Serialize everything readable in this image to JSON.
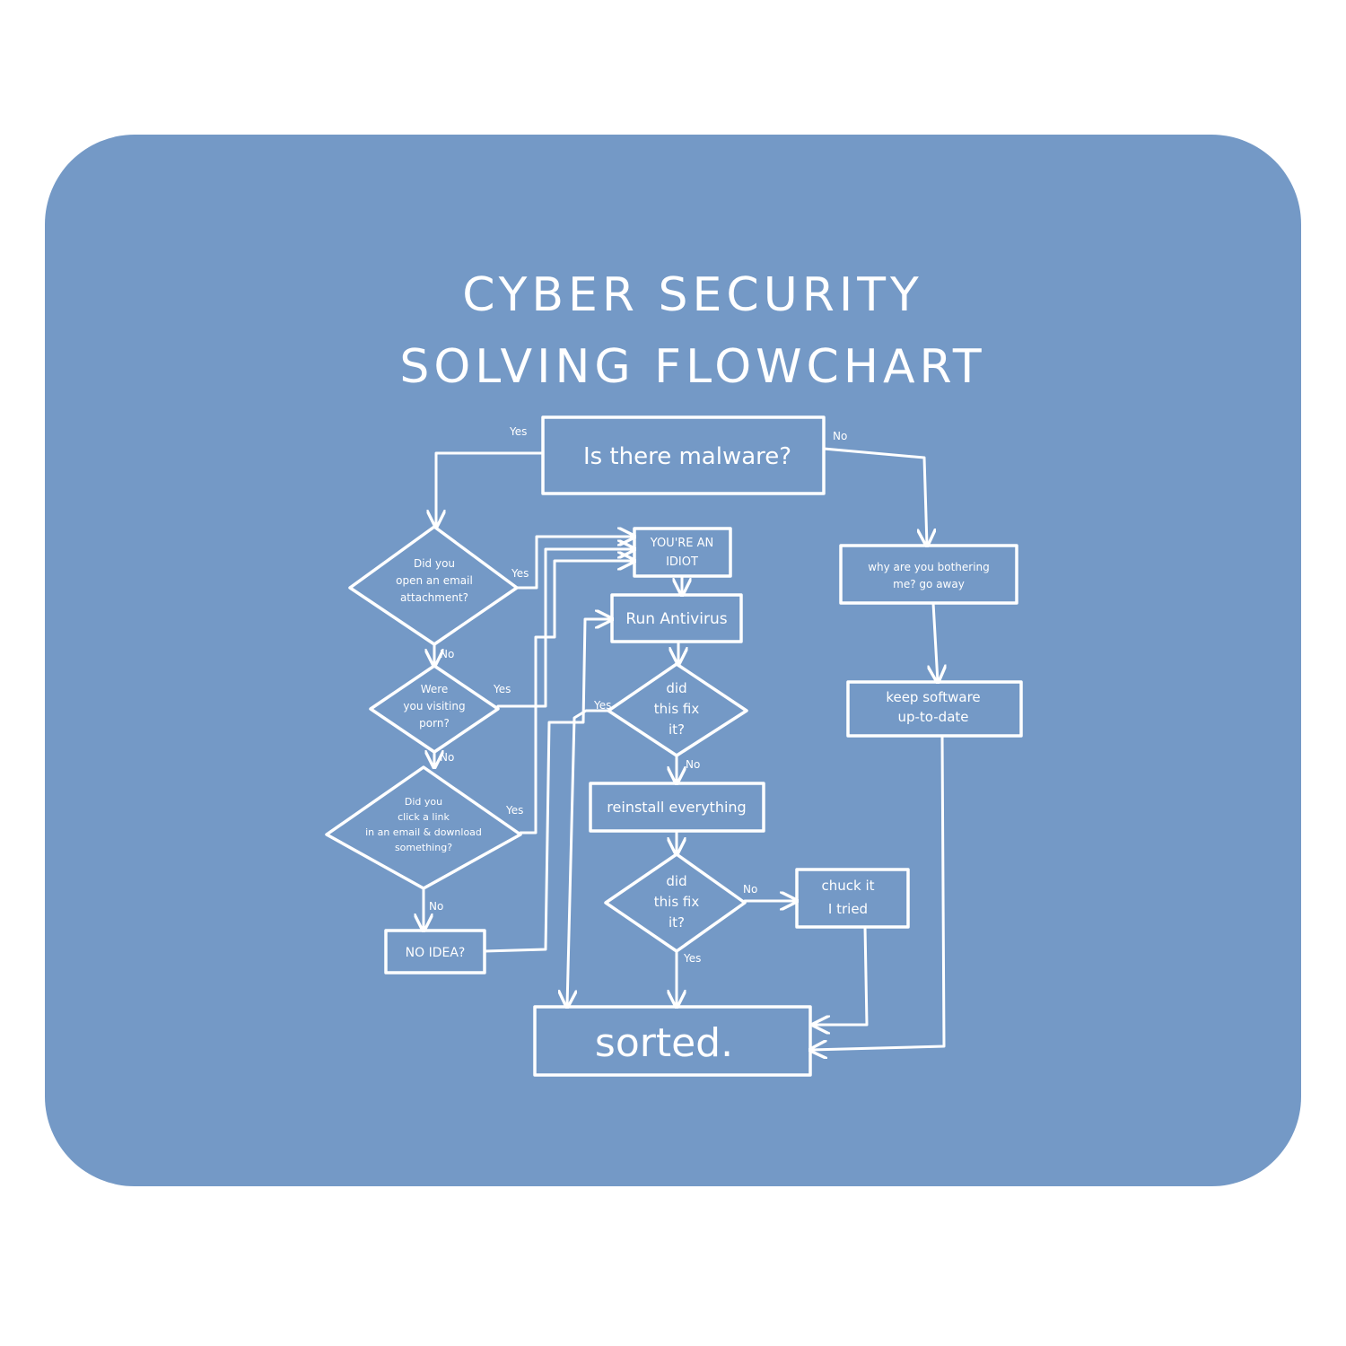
{
  "title_line1": "CYBER SECURITY",
  "title_line2": "SOLVING FLOWCHART",
  "colors": {
    "pad": "#7499c6",
    "ink": "#ffffff",
    "page": "#ffffff"
  },
  "nodes": {
    "malware": "Is there malware?",
    "email_attachment": [
      "Did you",
      "open an email",
      "attachment?"
    ],
    "porn": [
      "Were",
      "you visiting",
      "porn?"
    ],
    "click_link": [
      "Did you",
      "click a link",
      "in an email & download",
      "something?"
    ],
    "no_idea": "NO IDEA?",
    "idiot": [
      "YOU'RE AN",
      "IDIOT"
    ],
    "antivirus": "Run Antivirus",
    "fix1": [
      "did",
      "this fix",
      "it?"
    ],
    "reinstall": "reinstall everything",
    "fix2": [
      "did",
      "this fix",
      "it?"
    ],
    "chuck": [
      "chuck it",
      "I tried"
    ],
    "bothering": [
      "why are you bothering",
      "me? go away"
    ],
    "keep_software": [
      "keep software",
      "up-to-date"
    ],
    "sorted": "sorted."
  },
  "edge_labels": {
    "malware_yes": "Yes",
    "malware_no": "No",
    "email_yes": "Yes",
    "email_no": "No",
    "porn_yes": "Yes",
    "porn_no": "No",
    "click_yes": "Yes",
    "click_no": "No",
    "fix1_yes": "Yes",
    "fix1_no": "No",
    "fix2_no": "No",
    "fix2_yes": "Yes"
  }
}
